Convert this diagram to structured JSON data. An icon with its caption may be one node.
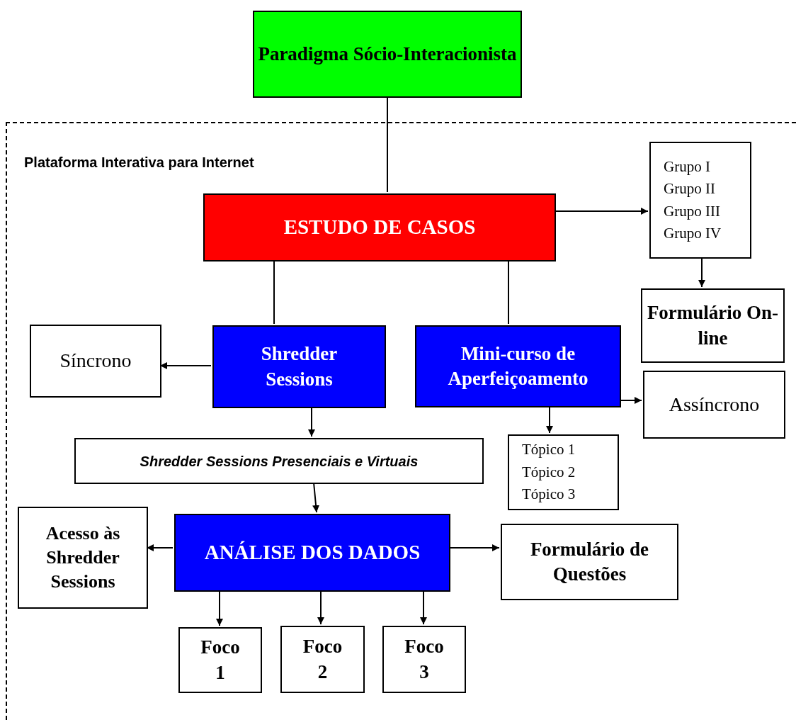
{
  "diagram": {
    "nodes": [
      {
        "text": [
          "Paradigma Sócio-Interacionista"
        ]
      },
      {
        "text": [
          "Plataforma Interativa para Internet"
        ]
      },
      {
        "text": [
          "ESTUDO DE CASOS"
        ],
        "in": 1
      },
      {
        "text": [
          "Grupo I",
          "Grupo II",
          "Grupo III",
          "Grupo IV"
        ],
        "in": 1
      },
      {
        "text": [
          "Formulário On-line"
        ],
        "in": 1
      },
      {
        "text": [
          "Síncrono"
        ],
        "in": 1
      },
      {
        "text": [
          "Shredder Sessions"
        ],
        "in": 1
      },
      {
        "text": [
          "Mini-curso de Aperfeiçoamento"
        ],
        "in": 1
      },
      {
        "text": [
          "Assíncrono"
        ],
        "in": 1
      },
      {
        "text": [
          "Shredder Sessions Presenciais e Virtuais"
        ],
        "in": 1
      },
      {
        "text": [
          "Tópico 1",
          "Tópico 2",
          "Tópico 3"
        ],
        "in": 1
      },
      {
        "text": [
          "Acesso às Shredder Sessions"
        ],
        "in": 1
      },
      {
        "text": [
          "ANÁLISE DOS DADOS"
        ],
        "in": 1
      },
      {
        "text": [
          "Formulário de Questões"
        ],
        "in": 1
      },
      {
        "text": [
          "Foco 1"
        ],
        "in": 1
      },
      {
        "text": [
          "Foco 2"
        ],
        "in": 1
      },
      {
        "text": [
          "Foco 3"
        ],
        "in": 1
      }
    ],
    "edges": [
      {
        "from": 0,
        "to": 2,
        "arrow": "none"
      },
      {
        "from": 2,
        "to": 3,
        "arrow": "to"
      },
      {
        "from": 3,
        "to": 4,
        "arrow": "to"
      },
      {
        "from": 2,
        "to": 6,
        "arrow": "none"
      },
      {
        "from": 2,
        "to": 7,
        "arrow": "none"
      },
      {
        "from": 6,
        "to": 5,
        "arrow": "to"
      },
      {
        "from": 6,
        "to": 9,
        "arrow": "to"
      },
      {
        "from": 7,
        "to": 8,
        "arrow": "to"
      },
      {
        "from": 7,
        "to": 10,
        "arrow": "to"
      },
      {
        "from": 9,
        "to": 12,
        "arrow": "to"
      },
      {
        "from": 12,
        "to": 11,
        "arrow": "to"
      },
      {
        "from": 12,
        "to": 13,
        "arrow": "to"
      },
      {
        "from": 12,
        "to": 14,
        "arrow": "to"
      },
      {
        "from": 12,
        "to": 15,
        "arrow": "to"
      },
      {
        "from": 12,
        "to": 16,
        "arrow": "to"
      }
    ]
  }
}
